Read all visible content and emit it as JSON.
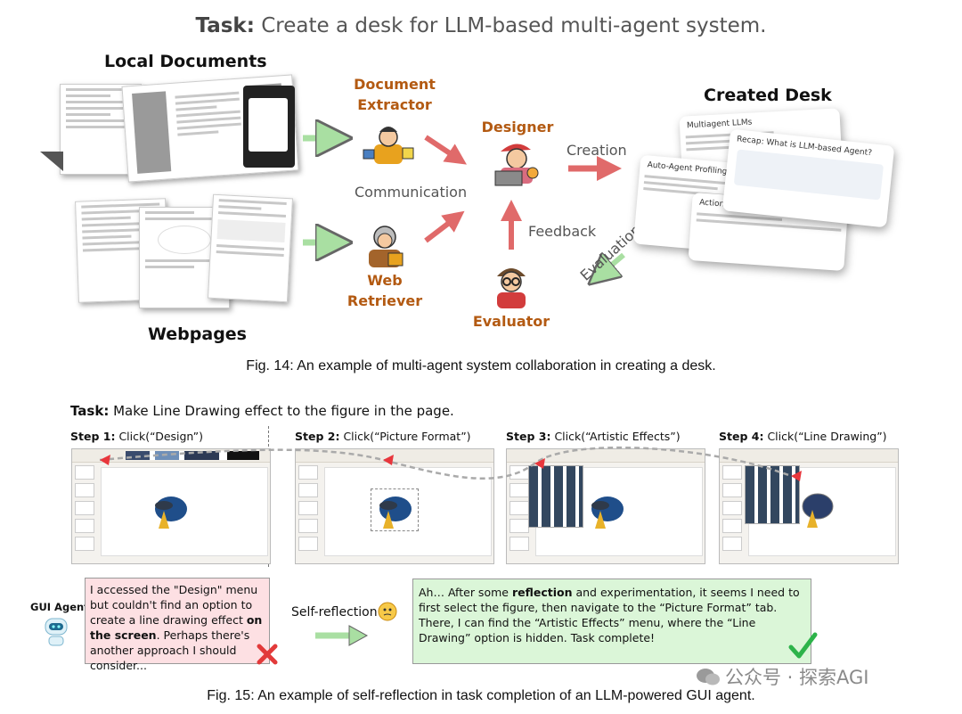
{
  "figure14": {
    "task_prefix": "Task:",
    "task_text": "Create a desk for LLM-based multi-agent system.",
    "local_documents": "Local Documents",
    "webpages": "Webpages",
    "created_desk": "Created Desk",
    "document_extractor_line1": "Document",
    "document_extractor_line2": "Extractor",
    "web_retriever_line1": "Web",
    "web_retriever_line2": "Retriever",
    "designer": "Designer",
    "evaluator": "Evaluator",
    "communication": "Communication",
    "creation": "Creation",
    "feedback": "Feedback",
    "evaluation": "Evaluation",
    "desk_card1": "Multiagent LLMs",
    "desk_card2": "Recap: What is LLM-based Agent?",
    "desk_card3": "Auto-Agent Profiling",
    "desk_card4": "Action",
    "caption": "Fig. 14: An example of multi-agent system collaboration in creating a desk."
  },
  "figure15": {
    "task_prefix": "Task:",
    "task_text": "Make Line Drawing effect to the figure in the page.",
    "steps": [
      {
        "label": "Step 1:",
        "action": "Click(“Design”)"
      },
      {
        "label": "Step 2:",
        "action": "Click(“Picture Format”)"
      },
      {
        "label": "Step 3:",
        "action": "Click(“Artistic Effects”)"
      },
      {
        "label": "Step 4:",
        "action": "Click(“Line Drawing”)"
      }
    ],
    "gui_agent": "GUI Agent",
    "bubble_red": {
      "t1": "I accessed the \"Design\" menu but couldn't find an option to create a line drawing effect ",
      "bold": "on the screen",
      "t2": ". Perhaps there's another approach I should consider..."
    },
    "self_reflection": "Self-reflection",
    "bubble_green": {
      "t1": "Ah… After some ",
      "bold": "reflection",
      "t2": " and experimentation, it seems I need to first select the figure, then navigate to the “Picture Format” tab. There, I can find the “Artistic Effects” menu, where the “Line Drawing” option is hidden. Task complete!"
    },
    "caption": "Fig. 15: An example of self-reflection in task completion of an LLM-powered GUI agent."
  },
  "watermark": "公众号 · 探索AGI",
  "colors": {
    "role_label": "#b35a12",
    "arrow_green": "#a9dfa2",
    "arrow_red": "#e06a6a",
    "bubble_red_bg": "#fde0e3",
    "bubble_green_bg": "#dbf6d8"
  }
}
